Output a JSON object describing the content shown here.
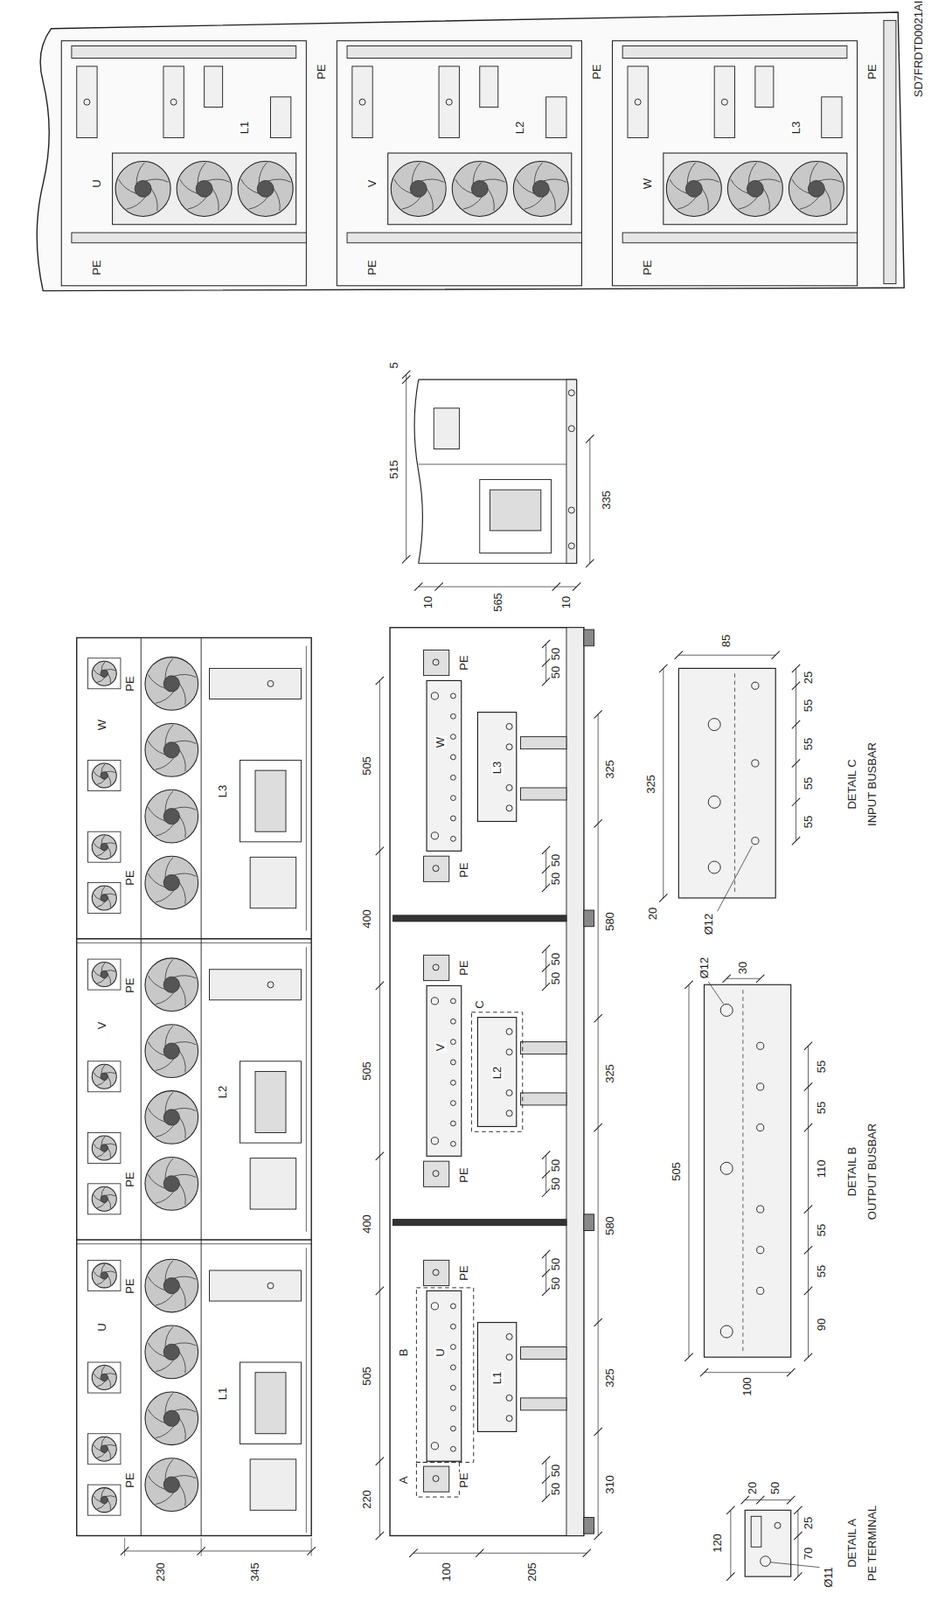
{
  "diagram": {
    "labels": [
      "SD7FRDTD0021AI",
      "PE",
      "U",
      "PE",
      "L1",
      "PE",
      "V",
      "PE",
      "L2",
      "PE",
      "W",
      "PE",
      "L3",
      "515",
      "5",
      "10",
      "10",
      "565",
      "335",
      "PE",
      "U",
      "PE",
      "L1",
      "PE",
      "V",
      "PE",
      "L2",
      "PE",
      "W",
      "PE",
      "L3",
      "230",
      "345",
      "100",
      "205",
      "220",
      "505",
      "400",
      "505",
      "400",
      "505",
      "A",
      "PE",
      "B",
      "U",
      "L1",
      "PE",
      "PE",
      "V",
      "C",
      "L2",
      "PE",
      "PE",
      "W",
      "L3",
      "PE",
      "50",
      "50",
      "50",
      "50",
      "50",
      "50",
      "50",
      "50",
      "50",
      "50",
      "50",
      "50",
      "310",
      "325",
      "580",
      "325",
      "580",
      "325",
      "120",
      "20",
      "50",
      "25",
      "70",
      "Ø11",
      "DETAIL A",
      "PE TERMINAL",
      "505",
      "30",
      "Ø12",
      "100",
      "55",
      "55",
      "110",
      "55",
      "55",
      "90",
      "DETAIL B",
      "OUTPUT BUSBAR",
      "325",
      "85",
      "20",
      "Ø12",
      "25",
      "55",
      "55",
      "55",
      "55",
      "DETAIL C",
      "INPUT BUSBAR"
    ]
  }
}
